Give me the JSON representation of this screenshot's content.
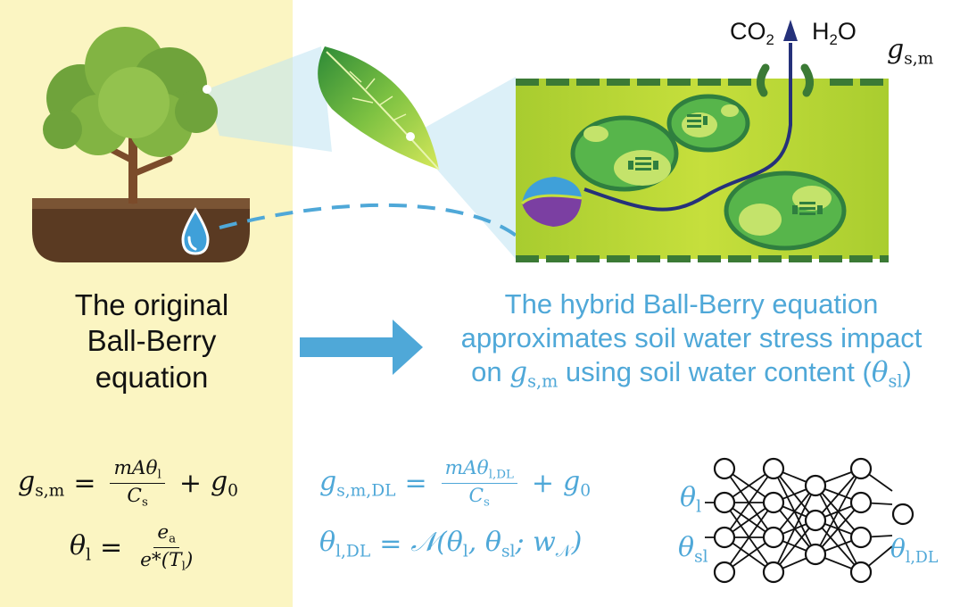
{
  "left_caption": [
    "The original",
    "Ball-Berry",
    "equation"
  ],
  "right_caption": {
    "line1": "The hybrid Ball-Berry equation",
    "line2": "approximates soil water stress impact",
    "line3_prefix": "on",
    "line3_symbol": "g",
    "line3_symbol_sub": "s,m",
    "line3_suffix": "using soil water content (",
    "line3_theta": "θ",
    "line3_theta_sub": "sl",
    "line3_close": ")"
  },
  "leaf_labels": {
    "co2": "CO",
    "co2_sub": "2",
    "h2o_h": "H",
    "h2o_sub": "2",
    "h2o_o": "O",
    "gsm": "g",
    "gsm_sub": "s,m"
  },
  "equations": {
    "orig1": {
      "lhs": "g",
      "lhs_sub": "s,m",
      "eq": "=",
      "num": "mAθ",
      "num_sub": "l",
      "den": "C",
      "den_sub": "s",
      "plus": "+",
      "tail": "g",
      "tail_sub": "0"
    },
    "orig2": {
      "lhs": "θ",
      "lhs_sub": "l",
      "eq": "=",
      "num": "e",
      "num_sub": "a",
      "den": "e*(T",
      "den_sub": "l",
      "den_close": ")"
    },
    "dl1": {
      "lhs": "g",
      "lhs_sub": "s,m,DL",
      "eq": "=",
      "num": "mAθ",
      "num_sub": "l,DL",
      "den": "C",
      "den_sub": "s",
      "plus": "+",
      "tail": "g",
      "tail_sub": "0"
    },
    "dl2": {
      "lhs": "θ",
      "lhs_sub": "l,DL",
      "eq": "=",
      "rhs": "𝒩(θ",
      "rhs_sub1": "l",
      "rhs_mid": ", θ",
      "rhs_sub2": "sl",
      "rhs_tail": "; w",
      "rhs_sub3": "𝒩",
      "rhs_close": ")"
    }
  },
  "nn_labels": {
    "input1": "θ",
    "input1_sub": "l",
    "input2": "θ",
    "input2_sub": "sl",
    "output": "θ",
    "output_sub": "l,DL"
  },
  "colors": {
    "accent_blue": "#4fa8d8",
    "left_bg": "#fbf5c2",
    "leaf_green": "#b5d334",
    "cell_dark": "#2f7f3f",
    "arrow_navy": "#25317a"
  }
}
